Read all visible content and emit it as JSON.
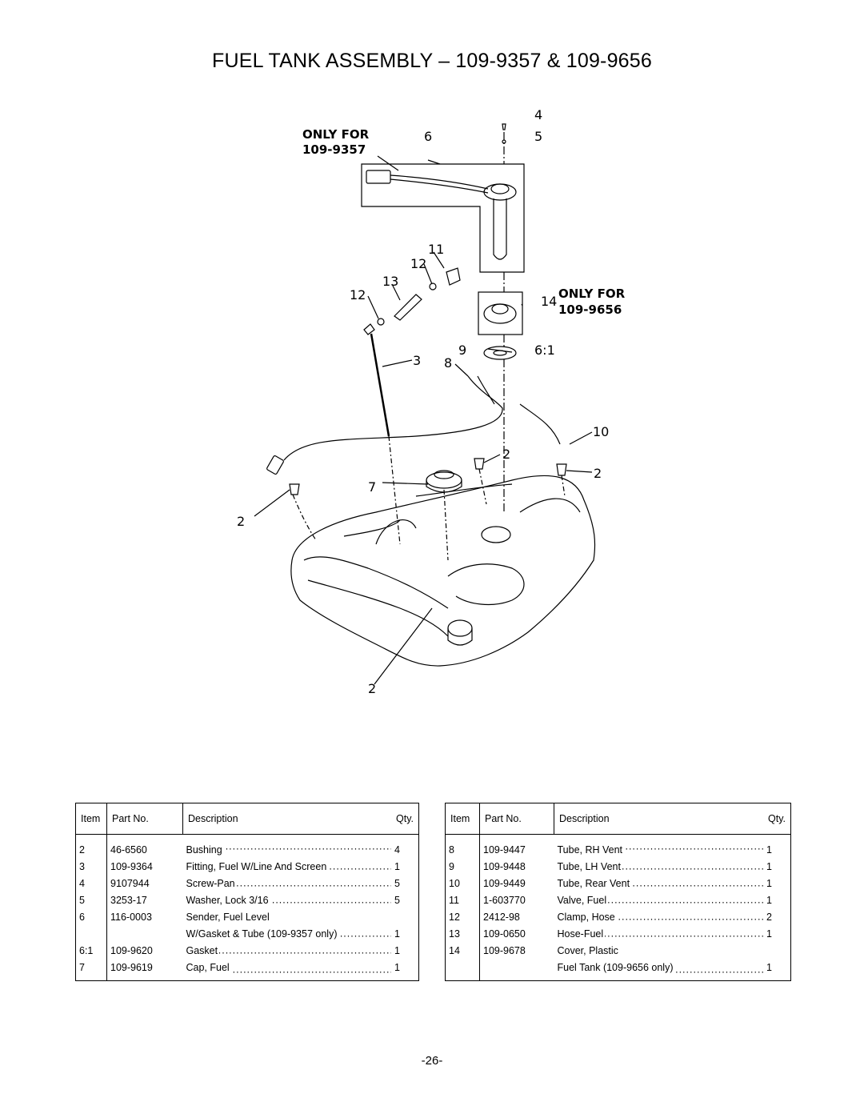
{
  "title": "FUEL TANK ASSEMBLY – 109-9357 & 109-9656",
  "diagram": {
    "note_a_line1": "ONLY FOR",
    "note_a_line2": "109-9357",
    "note_b_line1": "ONLY FOR",
    "note_b_line2": "109-9656",
    "callouts": [
      "4",
      "5",
      "6",
      "11",
      "12",
      "13",
      "12",
      "14",
      "3",
      "9",
      "6:1",
      "8",
      "10",
      "2",
      "2",
      "7",
      "2",
      "2"
    ]
  },
  "table_headers": {
    "item": "Item",
    "part_no": "Part No.",
    "description": "Description",
    "qty": "Qty."
  },
  "left_table": [
    {
      "item": "2",
      "part": "46-6560",
      "desc": "Bushing",
      "qty": "4"
    },
    {
      "item": "3",
      "part": "109-9364",
      "desc": "Fitting, Fuel W/Line And Screen",
      "qty": "1"
    },
    {
      "item": "4",
      "part": "9107944",
      "desc": "Screw-Pan",
      "qty": "5"
    },
    {
      "item": "5",
      "part": "3253-17",
      "desc": "Washer, Lock 3/16",
      "qty": "5"
    },
    {
      "item": "6",
      "part": "116-0003",
      "desc": "Sender, Fuel Level",
      "qty": ""
    },
    {
      "item": "",
      "part": "",
      "desc": "W/Gasket & Tube (109-9357 only)",
      "qty": "1"
    },
    {
      "item": "6:1",
      "part": "109-9620",
      "desc": "Gasket",
      "qty": "1"
    },
    {
      "item": "7",
      "part": "109-9619",
      "desc": "Cap, Fuel",
      "qty": "1"
    }
  ],
  "right_table": [
    {
      "item": "8",
      "part": "109-9447",
      "desc": "Tube, RH Vent",
      "qty": "1"
    },
    {
      "item": "9",
      "part": "109-9448",
      "desc": "Tube, LH Vent",
      "qty": "1"
    },
    {
      "item": "10",
      "part": "109-9449",
      "desc": "Tube, Rear Vent",
      "qty": "1"
    },
    {
      "item": "11",
      "part": "1-603770",
      "desc": "Valve, Fuel",
      "qty": "1"
    },
    {
      "item": "12",
      "part": "2412-98",
      "desc": "Clamp, Hose",
      "qty": "2"
    },
    {
      "item": "13",
      "part": "109-0650",
      "desc": "Hose-Fuel",
      "qty": "1"
    },
    {
      "item": "14",
      "part": "109-9678",
      "desc": "Cover, Plastic",
      "qty": ""
    },
    {
      "item": "",
      "part": "",
      "desc": "Fuel Tank (109-9656 only)",
      "qty": "1"
    }
  ],
  "page_number": "-26-"
}
